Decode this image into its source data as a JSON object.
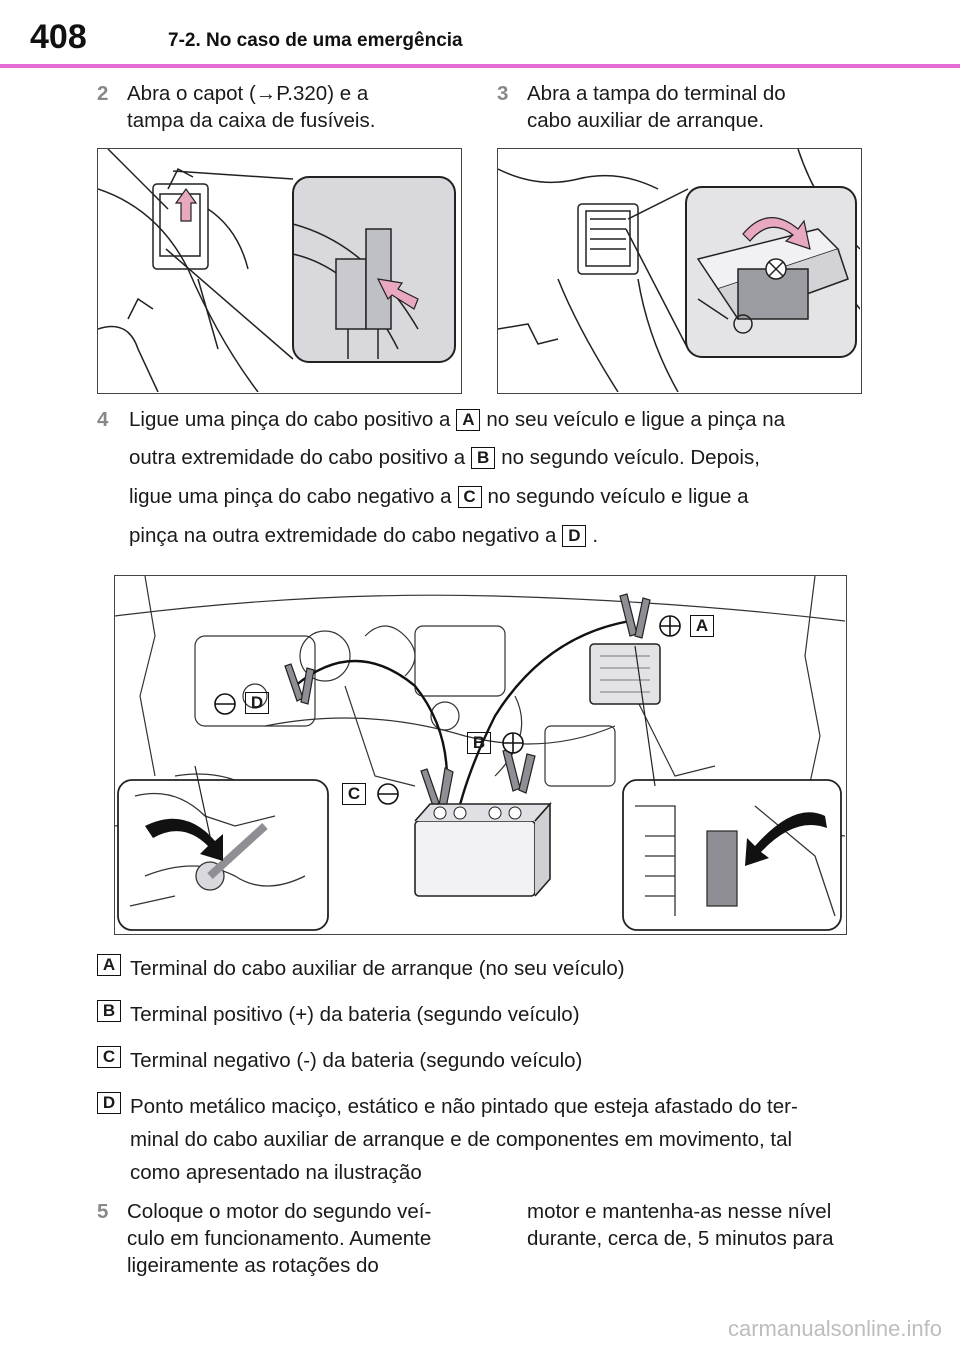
{
  "header": {
    "page_number": "408",
    "section_title": "7-2. No caso de uma emergência"
  },
  "steps": {
    "s2": {
      "num": "2",
      "text": "Abra o capot (→P.320) e a\ntampa da caixa de fusíveis."
    },
    "s3": {
      "num": "3",
      "text": "Abra a tampa do terminal do\ncabo auxiliar de arranque."
    },
    "s4": {
      "num": "4",
      "l1a": "Ligue uma pinça do cabo positivo a",
      "l1b": "no seu veículo e ligue a pinça na",
      "l2a": "outra extremidade do cabo positivo a",
      "l2b": "no segundo veículo. Depois,",
      "l3a": "ligue uma pinça do cabo negativo a",
      "l3b": "no segundo veículo e ligue a",
      "l4a": "pinça na outra extremidade do cabo negativo a",
      "l4b": "."
    },
    "s5": {
      "num": "5",
      "col1": "Coloque o motor do segundo veí-\nculo em funcionamento. Aumente\nligeiramente as rotações do",
      "col2": "motor e mantenha-as nesse nível\ndurante, cerca de, 5 minutos para"
    }
  },
  "labels": {
    "a": "A",
    "b": "B",
    "c": "C",
    "d": "D"
  },
  "legend": {
    "a": "Terminal do cabo auxiliar de arranque (no seu veículo)",
    "b": "Terminal positivo (+) da bateria (segundo veículo)",
    "c": "Terminal negativo (-) da bateria (segundo veículo)",
    "d": "Ponto metálico maciço, estático e não pintado que esteja afastado do ter-\nminal do cabo auxiliar de arranque e de componentes em movimento, tal\ncomo apresentado na ilustração"
  },
  "watermark": "carmanualsonline.info",
  "colors": {
    "accent_rule": "#e66bd8",
    "arrow_fill": "#e8a9c0",
    "step_number": "#888888"
  }
}
